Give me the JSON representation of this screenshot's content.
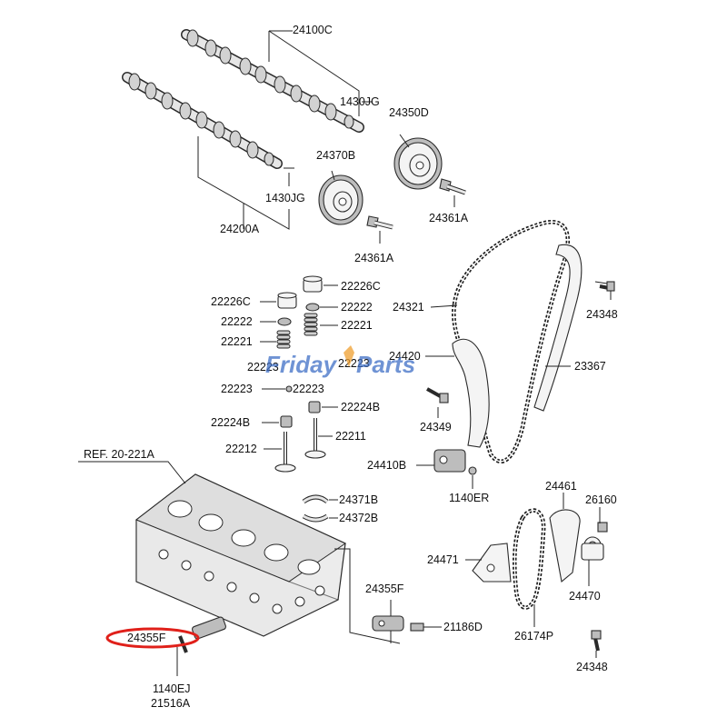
{
  "labels": {
    "p24100C": "24100C",
    "p1430JG_top": "1430JG",
    "p24350D": "24350D",
    "p24370B": "24370B",
    "p1430JG_bot": "1430JG",
    "p24200A": "24200A",
    "p24361A_r": "24361A",
    "p24361A_l": "24361A",
    "p22226C_r": "22226C",
    "p22226C_l": "22226C",
    "p22222_r": "22222",
    "p22222_l": "22222",
    "p22221_r": "22221",
    "p22221_l": "22221",
    "p22223_a": "22223",
    "p22223_b": "22223",
    "p22223_c": "22223",
    "p22223_d": "22223",
    "p22224B_r": "22224B",
    "p22224B_l": "22224B",
    "p22211": "22211",
    "p22212": "22212",
    "ref": "REF. 20-221A",
    "p24371B": "24371B",
    "p24372B": "24372B",
    "p24321": "24321",
    "p24348_top": "24348",
    "p24420": "24420",
    "p23367": "23367",
    "p24349": "24349",
    "p24410B": "24410B",
    "p1140ER": "1140ER",
    "p24461": "24461",
    "p26160": "26160",
    "p24471": "24471",
    "p24470": "24470",
    "p24355F": "24355F",
    "p21186D": "21186D",
    "p26174P": "26174P",
    "p24348_bot": "24348",
    "p1140EJ": "1140EJ",
    "p21516A": "21516A",
    "p24355F_circled": "24355F"
  },
  "watermark": {
    "part1": "Friday",
    "part2": "Parts"
  },
  "colors": {
    "highlight": "#e0201a",
    "watermark_blue": "#3f6fc6",
    "watermark_orange": "#f0a030"
  }
}
